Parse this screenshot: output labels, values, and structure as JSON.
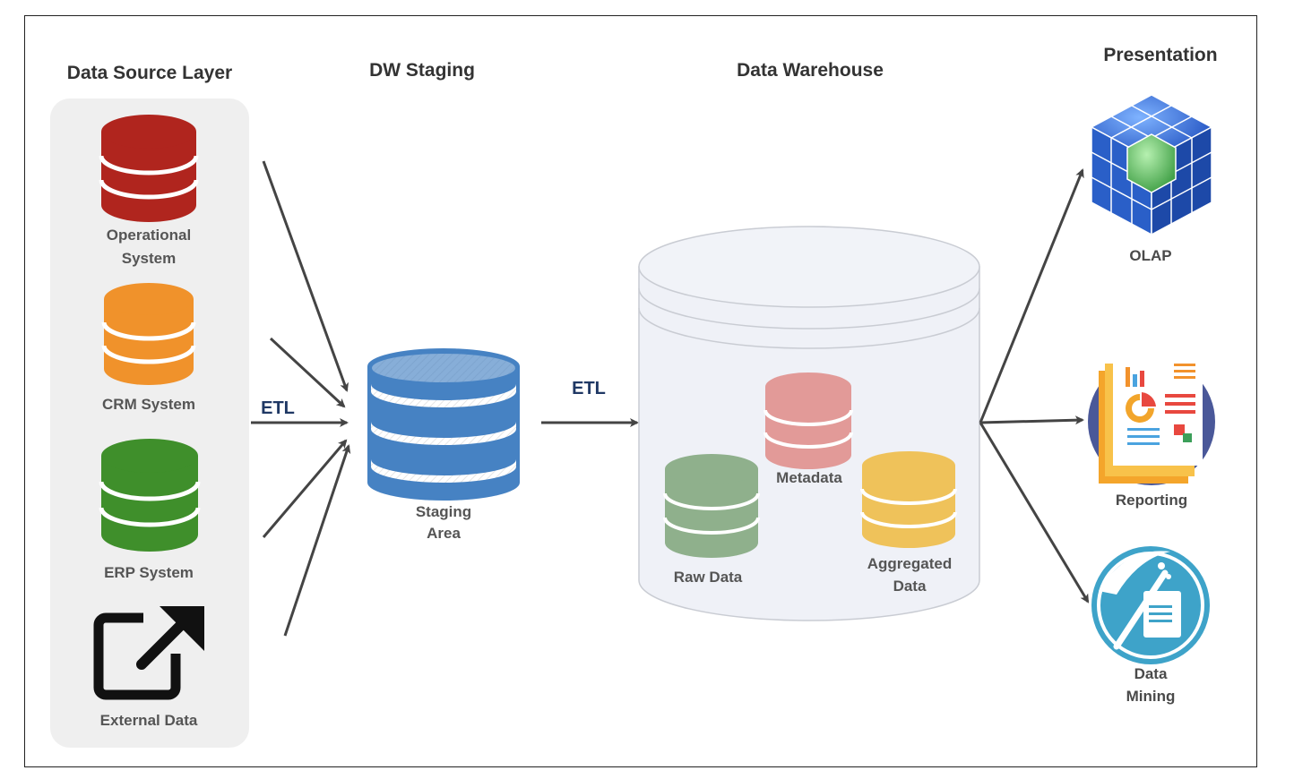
{
  "headers": {
    "source": "Data Source Layer",
    "staging": "DW Staging",
    "warehouse": "Data Warehouse",
    "presentation": "Presentation"
  },
  "sources": {
    "operational": [
      "Operational",
      "System"
    ],
    "crm": "CRM System",
    "erp": "ERP System",
    "external": "External Data"
  },
  "staging": [
    "Staging",
    "Area"
  ],
  "etl_labels": [
    "ETL",
    "ETL"
  ],
  "warehouse": {
    "raw": "Raw Data",
    "metadata": "Metadata",
    "aggregated": [
      "Aggregated",
      "Data"
    ]
  },
  "presentation": {
    "olap": "OLAP",
    "reporting": "Reporting",
    "mining": [
      "Data",
      "Mining"
    ]
  },
  "icons": {
    "operational": "database-icon",
    "crm": "database-icon",
    "erp": "database-icon",
    "external": "external-link-icon",
    "staging": "database-icon",
    "olap": "cube-icon",
    "reporting": "report-icon",
    "mining": "pickaxe-icon"
  },
  "colors": {
    "operational": "#b0251e",
    "crm": "#f0922b",
    "erp": "#3f8f2b",
    "staging": "#4682c3",
    "raw": "#8fb08c",
    "metadata": "#e29a98",
    "aggregated": "#efc25a",
    "etl": "#1f3864"
  }
}
